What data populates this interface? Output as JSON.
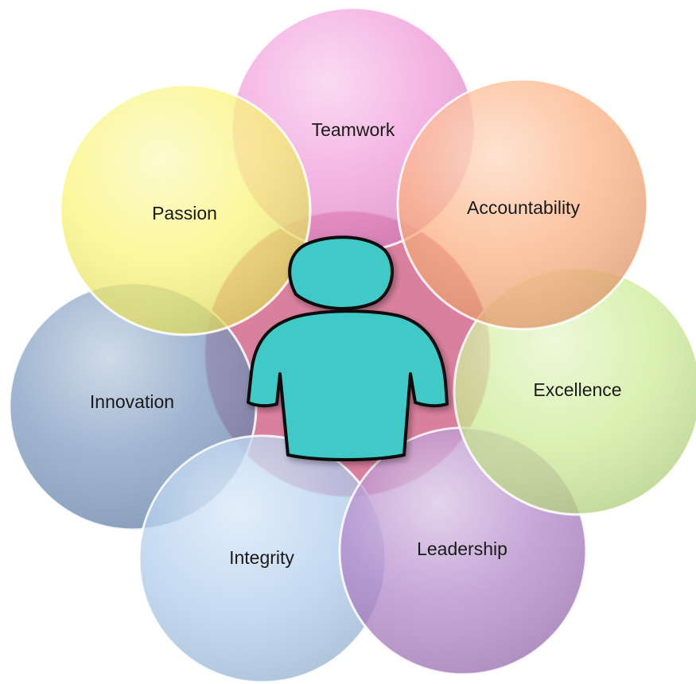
{
  "values": [
    {
      "id": "teamwork",
      "label": "Teamwork",
      "color": "#ef8fd6"
    },
    {
      "id": "accountability",
      "label": "Accountability",
      "color": "#fba873"
    },
    {
      "id": "excellence",
      "label": "Excellence",
      "color": "#c8ea8c"
    },
    {
      "id": "leadership",
      "label": "Leadership",
      "color": "#a979c4"
    },
    {
      "id": "integrity",
      "label": "Integrity",
      "color": "#a9c9ec"
    },
    {
      "id": "innovation",
      "label": "Innovation",
      "color": "#6d8fb8"
    },
    {
      "id": "passion",
      "label": "Passion",
      "color": "#f8f36a"
    }
  ],
  "center": {
    "icon": "person-icon",
    "ring_color": "#cc4f7a",
    "figure_color": "#3fc9c7",
    "figure_outline": "#111111"
  }
}
